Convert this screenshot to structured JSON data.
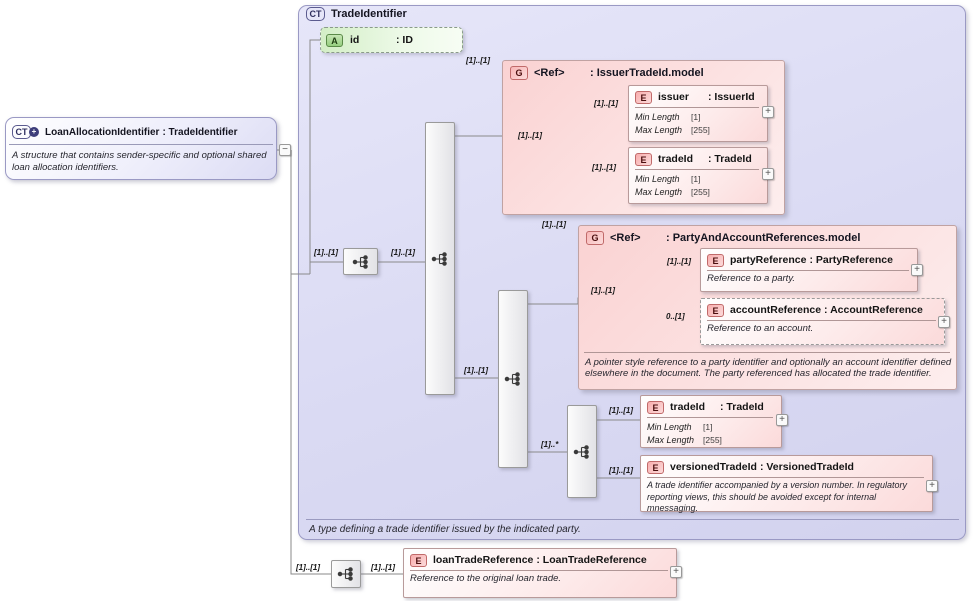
{
  "cardinality": {
    "required": "[1]..[1]",
    "optional": "0..[1]",
    "one_to_many": "[1]..*"
  },
  "badges": {
    "complex_type": "CT",
    "attribute": "A",
    "element": "E",
    "group": "G",
    "expand": "+",
    "collapse": "−",
    "extension_plus": "+"
  },
  "loan_allocation_identifier": {
    "name": "LoanAllocationIdentifier",
    "type": ": TradeIdentifier",
    "description": "A structure that contains sender-specific and optional shared loan allocation identifiers."
  },
  "trade_identifier": {
    "title": "TradeIdentifier",
    "footer_note": "A type defining a trade identifier issued by the indicated party.",
    "id_attribute": {
      "name": "id",
      "type": ": ID"
    }
  },
  "issuer_trade_id_group": {
    "ref_label": "<Ref>",
    "type": ": IssuerTradeId.model",
    "issuer": {
      "name": "issuer",
      "type": ": IssuerId",
      "min_length_label": "Min Length",
      "min_length": "[1]",
      "max_length_label": "Max Length",
      "max_length": "[255]"
    },
    "trade_id": {
      "name": "tradeId",
      "type": ": TradeId",
      "min_length_label": "Min Length",
      "min_length": "[1]",
      "max_length_label": "Max Length",
      "max_length": "[255]"
    }
  },
  "party_account_group": {
    "ref_label": "<Ref>",
    "type": ": PartyAndAccountReferences.model",
    "party_reference": {
      "name": "partyReference",
      "type": ": PartyReference",
      "description": "Reference to a party."
    },
    "account_reference": {
      "name": "accountReference",
      "type": ": AccountReference",
      "description": "Reference to an account."
    },
    "description": "A pointer style reference to a party identifier and optionally an account identifier defined elsewhere in the document. The party referenced has allocated the trade identifier."
  },
  "trade_id_element": {
    "name": "tradeId",
    "type": ": TradeId",
    "min_length_label": "Min Length",
    "min_length": "[1]",
    "max_length_label": "Max Length",
    "max_length": "[255]"
  },
  "versioned_trade_id_element": {
    "name": "versionedTradeId",
    "type": ": VersionedTradeId",
    "description": "A trade identifier accompanied by a version number. In regulatory reporting views, this should be avoided except for internal mnessaging."
  },
  "loan_trade_reference_element": {
    "name": "loanTradeReference",
    "type": ": LoanTradeReference",
    "description": "Reference to the original loan trade."
  }
}
